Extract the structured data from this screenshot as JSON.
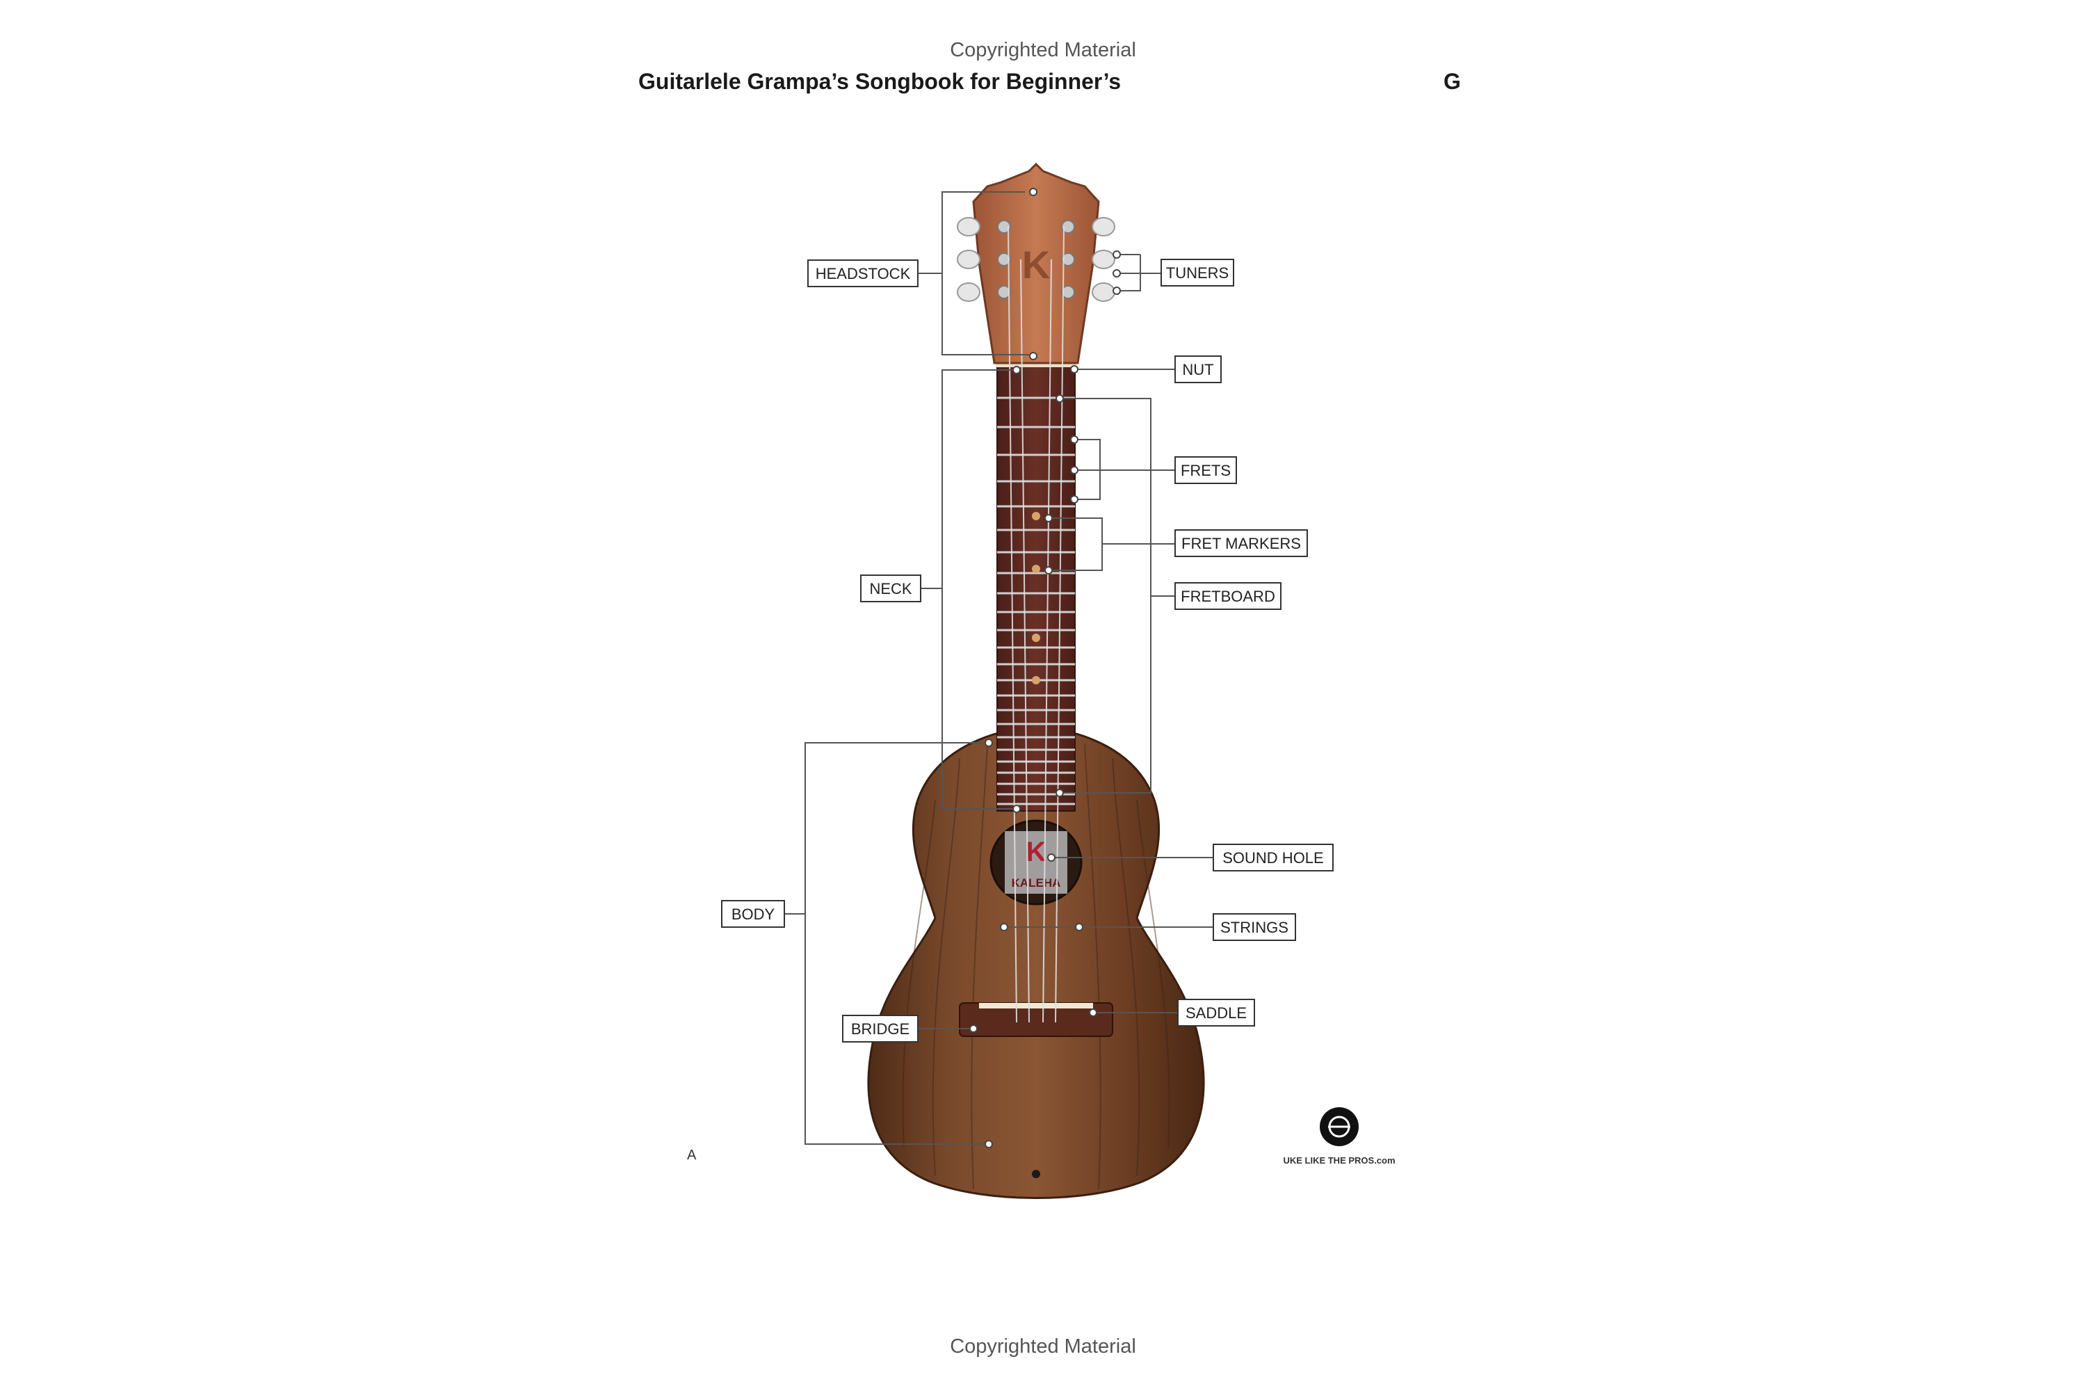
{
  "header": {
    "copyright_top": "Copyrighted Material",
    "title": "Guitarlele Grampa’s Songbook for Beginner’s",
    "page_letter": "G"
  },
  "footer": {
    "copyright_bottom": "Copyrighted Material",
    "corner_letter": "A"
  },
  "diagram": {
    "labels": {
      "headstock": "HEADSTOCK",
      "tuners": "TUNERS",
      "nut": "NUT",
      "frets": "FRETS",
      "fret_markers": "FRET MARKERS",
      "neck": "NECK",
      "fretboard": "FRETBOARD",
      "sound_hole": "SOUND HOLE",
      "body": "BODY",
      "strings": "STRINGS",
      "saddle": "SADDLE",
      "bridge": "BRIDGE"
    },
    "soundhole_brand": "KALEHA",
    "publisher_logo_text": "UKE LIKE THE PROS.com",
    "colors": {
      "wood": "#7a4a2c",
      "wood_dark": "#4f2c17",
      "headstock": "#b86b45",
      "fretboard": "#5a2a22",
      "label_border": "#333333"
    }
  }
}
